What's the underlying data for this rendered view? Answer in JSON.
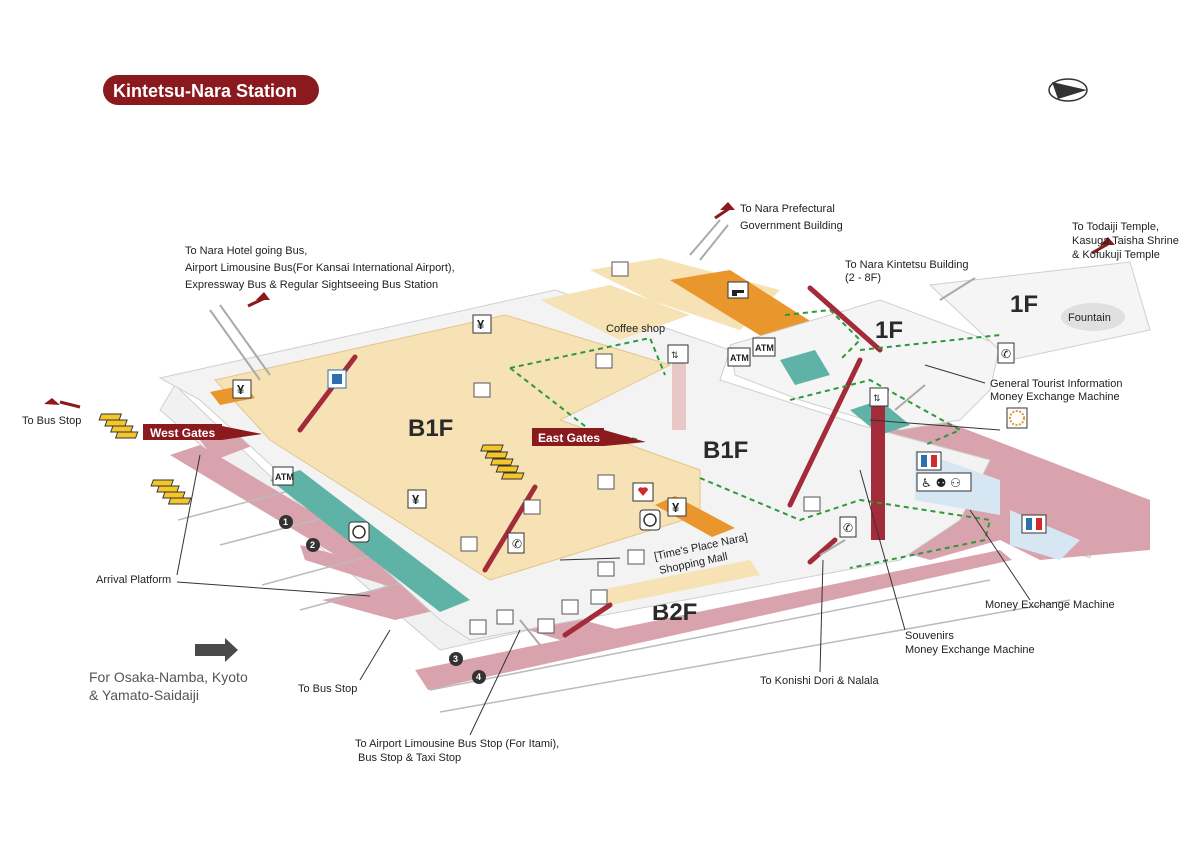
{
  "title": "Kintetsu-Nara Station",
  "floors": {
    "f1a": "1F",
    "f1b": "1F",
    "b1_west": "B1F",
    "b1_east": "B1F",
    "b2": "B2F"
  },
  "gates": {
    "west": "West Gates",
    "east": "East Gates"
  },
  "labels": {
    "to_bus_stop_left": "To Bus Stop",
    "nara_hotel_1": "To Nara Hotel going Bus,",
    "nara_hotel_2": "Airport Limousine Bus(For Kansai International Airport),",
    "nara_hotel_3": "Expressway Bus & Regular Sightseeing Bus Station",
    "pref_gov_1": "To Nara Prefectural",
    "pref_gov_2": "Government Building",
    "kintetsu_bldg_1": "To Nara Kintetsu Building",
    "kintetsu_bldg_2": "(2 - 8F)",
    "todaiji_1": "To Todaiji Temple,",
    "todaiji_2": "Kasuga Taisha Shrine",
    "todaiji_3": "& Kofukuji Temple",
    "fountain": "Fountain",
    "coffee_shop": "Coffee shop",
    "gen_tourist_1": "General Tourist Information",
    "gen_tourist_2": "Money Exchange Machine",
    "times_place_1": "[Time's Place Nara]",
    "times_place_2": "Shopping Mall",
    "arrival_platform": "Arrival Platform",
    "money_exchange": "Money Exchange Machine",
    "souvenirs_1": "Souvenirs",
    "souvenirs_2": "Money Exchange Machine",
    "to_bus_stop_bottom": "To Bus Stop",
    "konishi": "To Konishi Dori & Nalala",
    "airport_limo_1": "To Airport Limousine Bus Stop (For Itami),",
    "airport_limo_2": "Bus Stop & Taxi Stop",
    "osaka_1": "For Osaka-Namba, Kyoto",
    "osaka_2": "& Yamato-Saidaiji"
  },
  "platforms": [
    "1",
    "2",
    "3",
    "4"
  ],
  "icons": {
    "atm": "ATM",
    "yen": "¥"
  },
  "colors": {
    "title_bg": "#8b1a1f",
    "b1_floor": "#f6e2b4",
    "platform": "#d9a3ae",
    "track": "#5fb3a6",
    "shop": "#e9962d",
    "route": "#2d9a3a",
    "escalator": "#a32b3a"
  }
}
